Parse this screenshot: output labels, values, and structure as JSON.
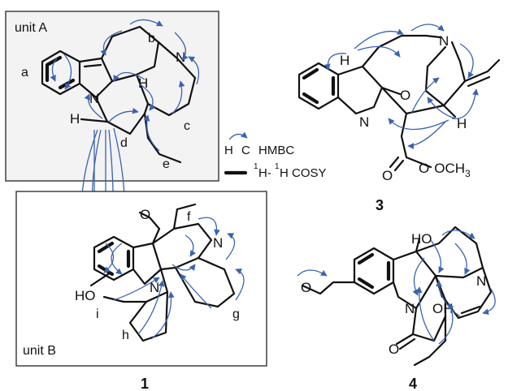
{
  "units": {
    "a": "unit A",
    "b": "unit B"
  },
  "compounds": {
    "c1": "1",
    "c3": "3",
    "c4": "4"
  },
  "legend": {
    "h": "H",
    "c": "C",
    "hmbc": "HMBC",
    "cosy_sup": "1",
    "cosy_mid": "H-",
    "cosy_sup2": "1",
    "cosy_end": "H COSY"
  },
  "ring_letters": [
    "a",
    "b",
    "c",
    "d",
    "e",
    "f",
    "g",
    "h",
    "i"
  ],
  "atoms": {
    "N": "N",
    "H": "H",
    "O": "O",
    "HO": "HO",
    "OH": "OH",
    "OCH": "OCH",
    "sub3": "3"
  },
  "colors": {
    "arrow": "#3a63b0",
    "bond": "#111111",
    "box": "#333333"
  }
}
